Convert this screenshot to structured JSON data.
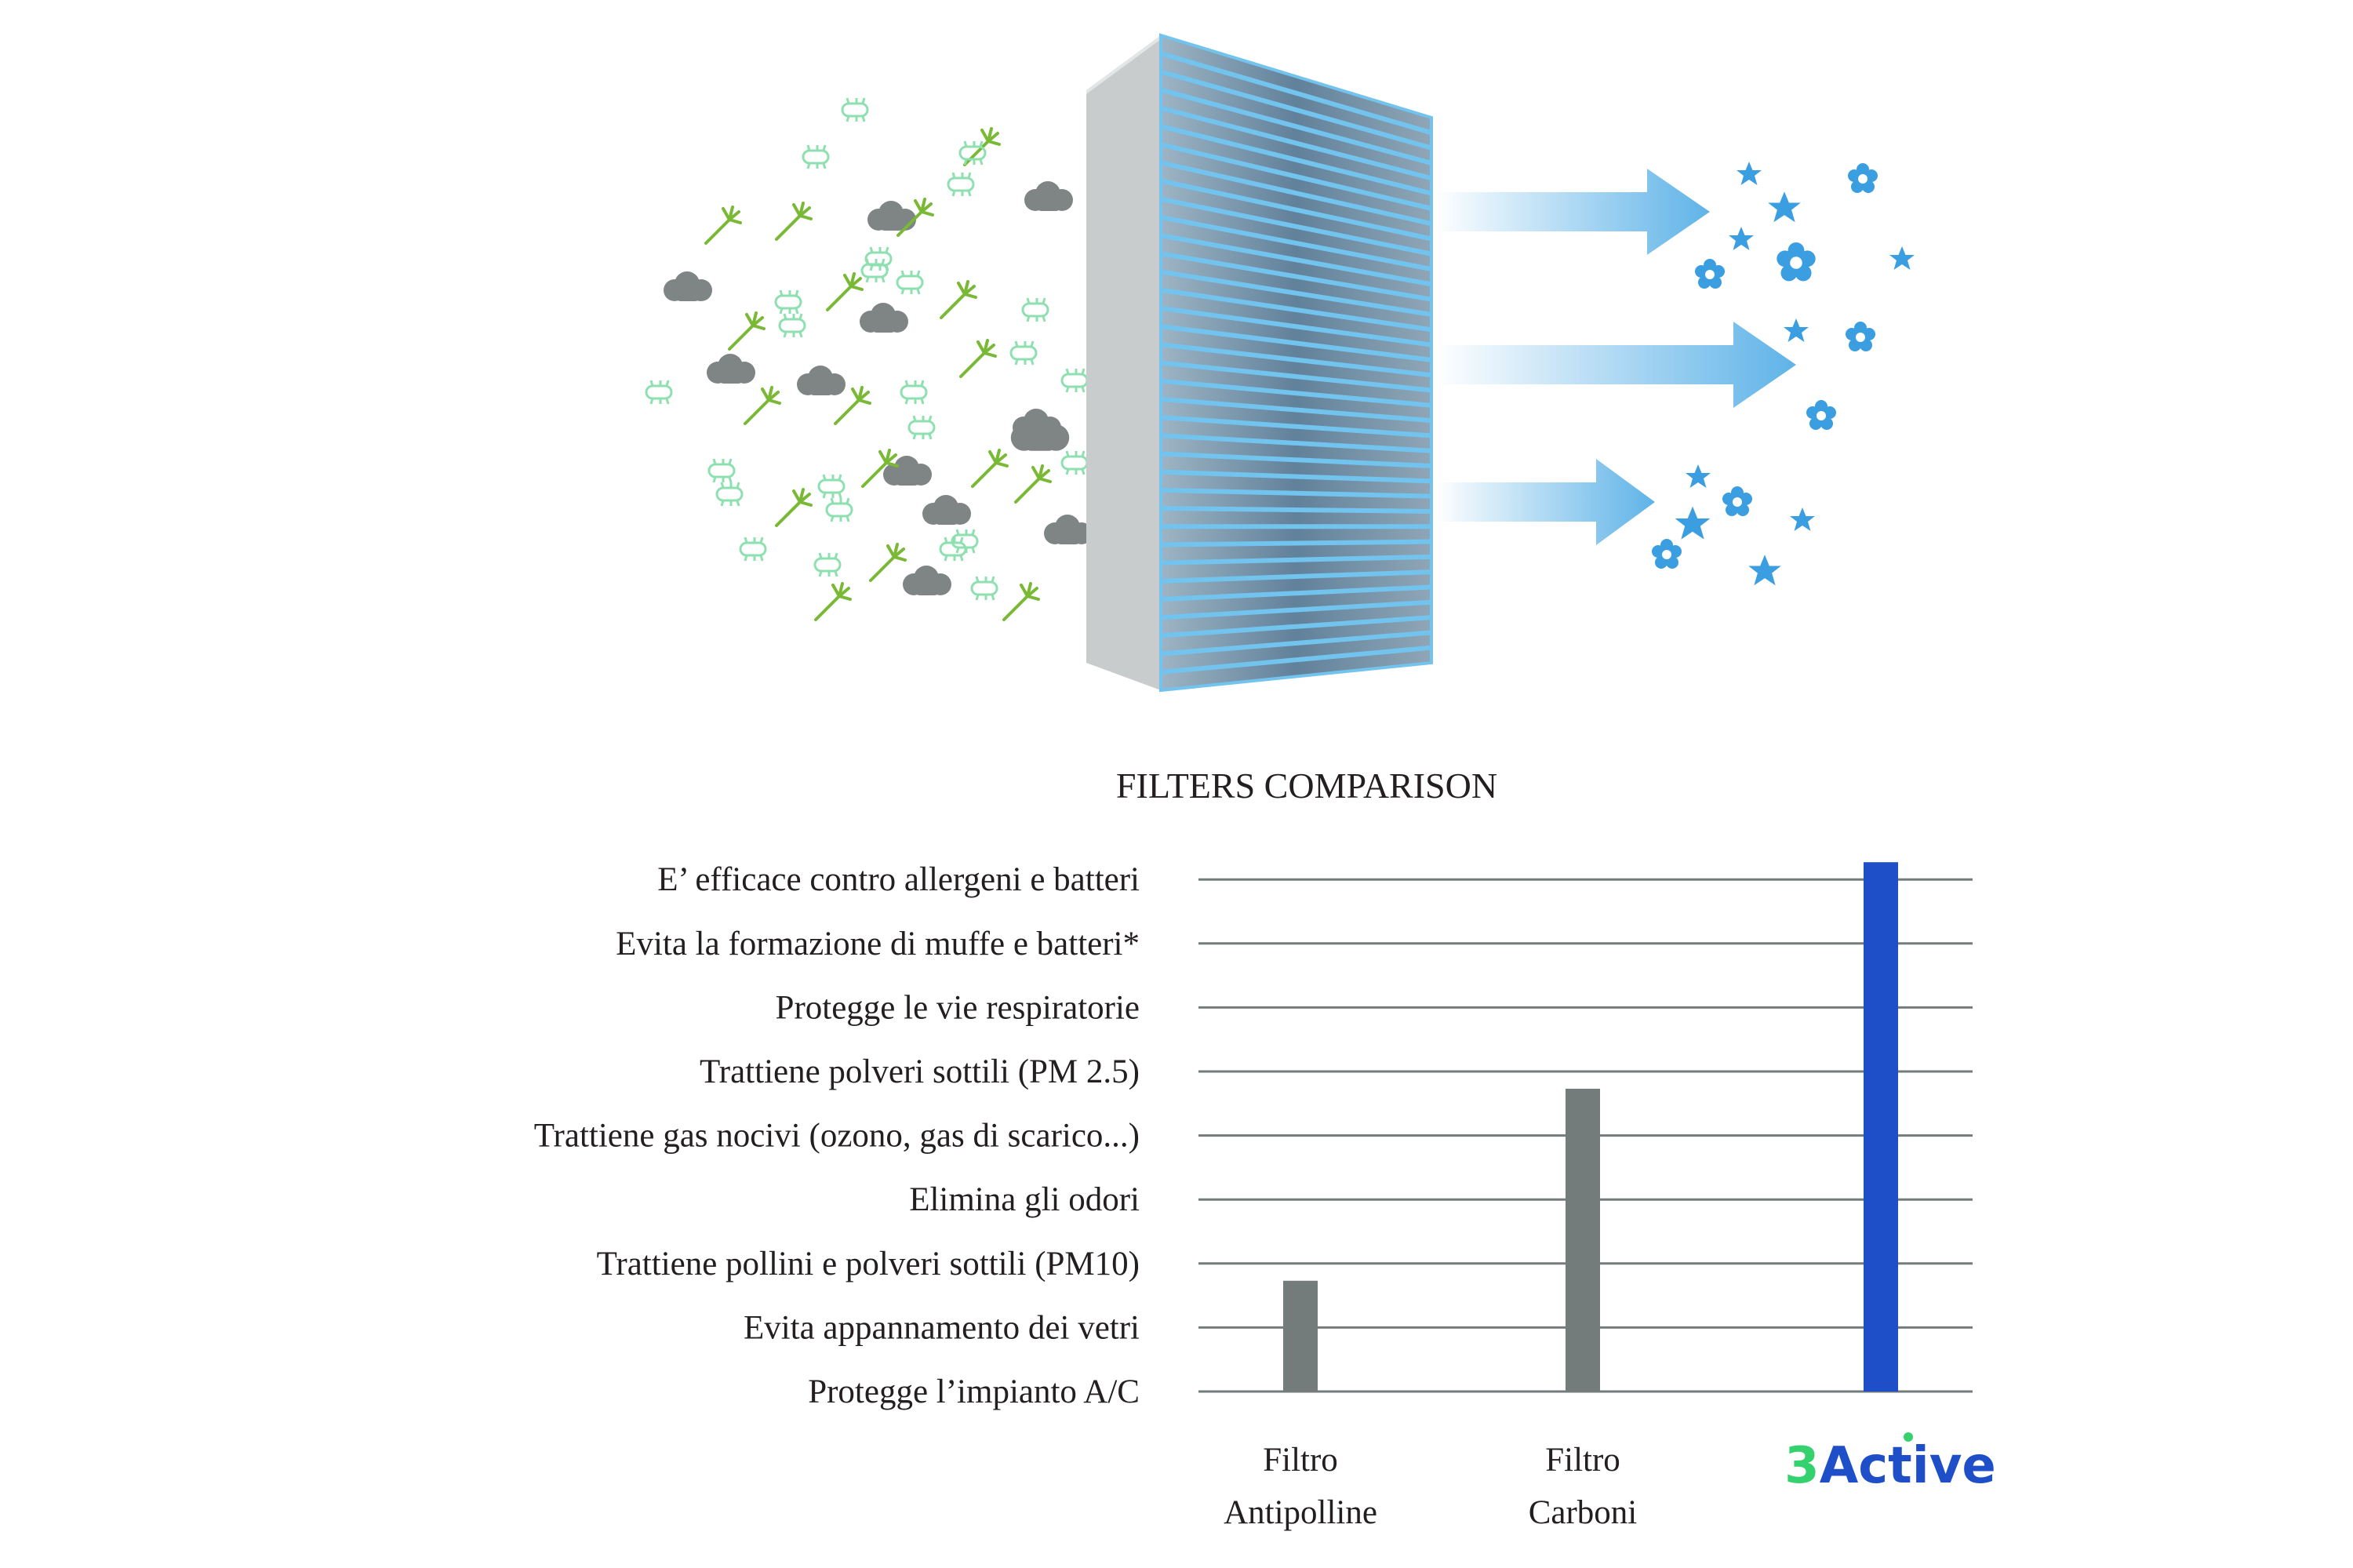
{
  "chart_data": {
    "type": "bar",
    "title": "FILTERS COMPARISON",
    "xlabel": "",
    "ylabel": "",
    "features": [
      "Protegge l’impianto A/C",
      "Evita appannamento dei vetri",
      "Trattiene pollini e polveri sottili (PM10)",
      "Elimina gli odori",
      "Trattiene gas nocivi (ozono, gas di scarico...)",
      "Trattiene polveri sottili (PM 2.5)",
      "Protegge le vie respiratorie",
      "Evita la formazione di muffe e batteri*",
      "E’ efficace contro allergeni e batteri"
    ],
    "categories": [
      "Filtro Antipolline",
      "Filtro Carboni",
      "3Active"
    ],
    "category_lines": [
      [
        "Filtro",
        "Antipolline"
      ],
      [
        "Filtro",
        "Carboni"
      ]
    ],
    "brand": {
      "prefix": "3",
      "name": "Active"
    },
    "values": [
      3,
      6,
      9
    ],
    "ylim": [
      0,
      9
    ],
    "grid": true,
    "colors": {
      "bar_standard": "#737b7b",
      "bar_highlight": "#1e4fc8",
      "grid": "#737b7b",
      "text": "#231f20",
      "brand_prefix": "#35d16e",
      "brand_name": "#1e4fc8"
    }
  }
}
